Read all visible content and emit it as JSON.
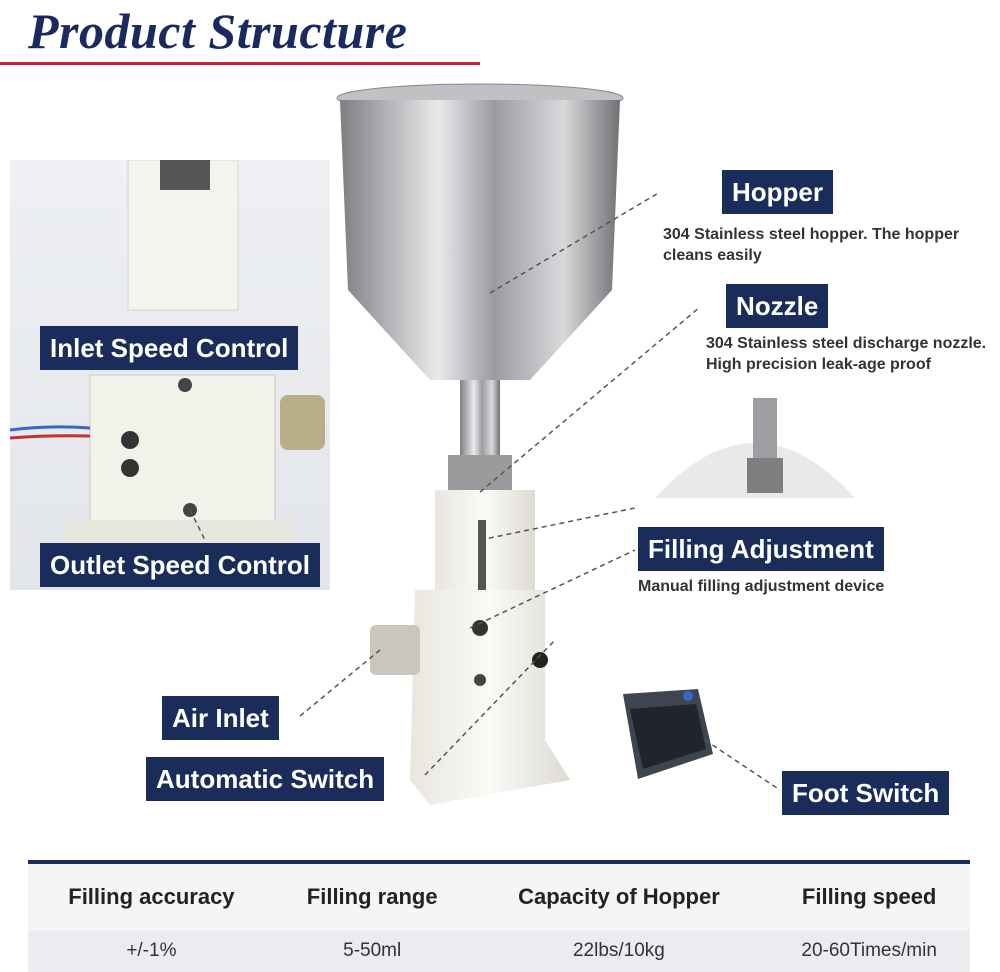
{
  "title": "Product Structure",
  "labels": {
    "hopper": "Hopper",
    "hopper_desc": "304 Stainless steel hopper. The hopper cleans easily",
    "nozzle": "Nozzle",
    "nozzle_desc": "304 Stainless steel discharge nozzle. High precision leak-age proof",
    "inlet_speed": "Inlet Speed Control",
    "outlet_speed": "Outlet Speed Control",
    "filling_adjustment": "Filling Adjustment",
    "filling_adjustment_desc": "Manual filling adjustment device",
    "air_inlet": "Air Inlet",
    "automatic_switch": "Automatic Switch",
    "foot_switch": "Foot Switch"
  },
  "specs": {
    "headers": [
      "Filling accuracy",
      "Filling range",
      "Capacity of Hopper",
      "Filling speed"
    ],
    "values": [
      "+/-1%",
      "5-50ml",
      "22lbs/10kg",
      "20-60Times/min"
    ]
  },
  "colors": {
    "label_bg": "#1a2d5a",
    "title": "#1a2a5e",
    "rule": "#c0283a"
  }
}
